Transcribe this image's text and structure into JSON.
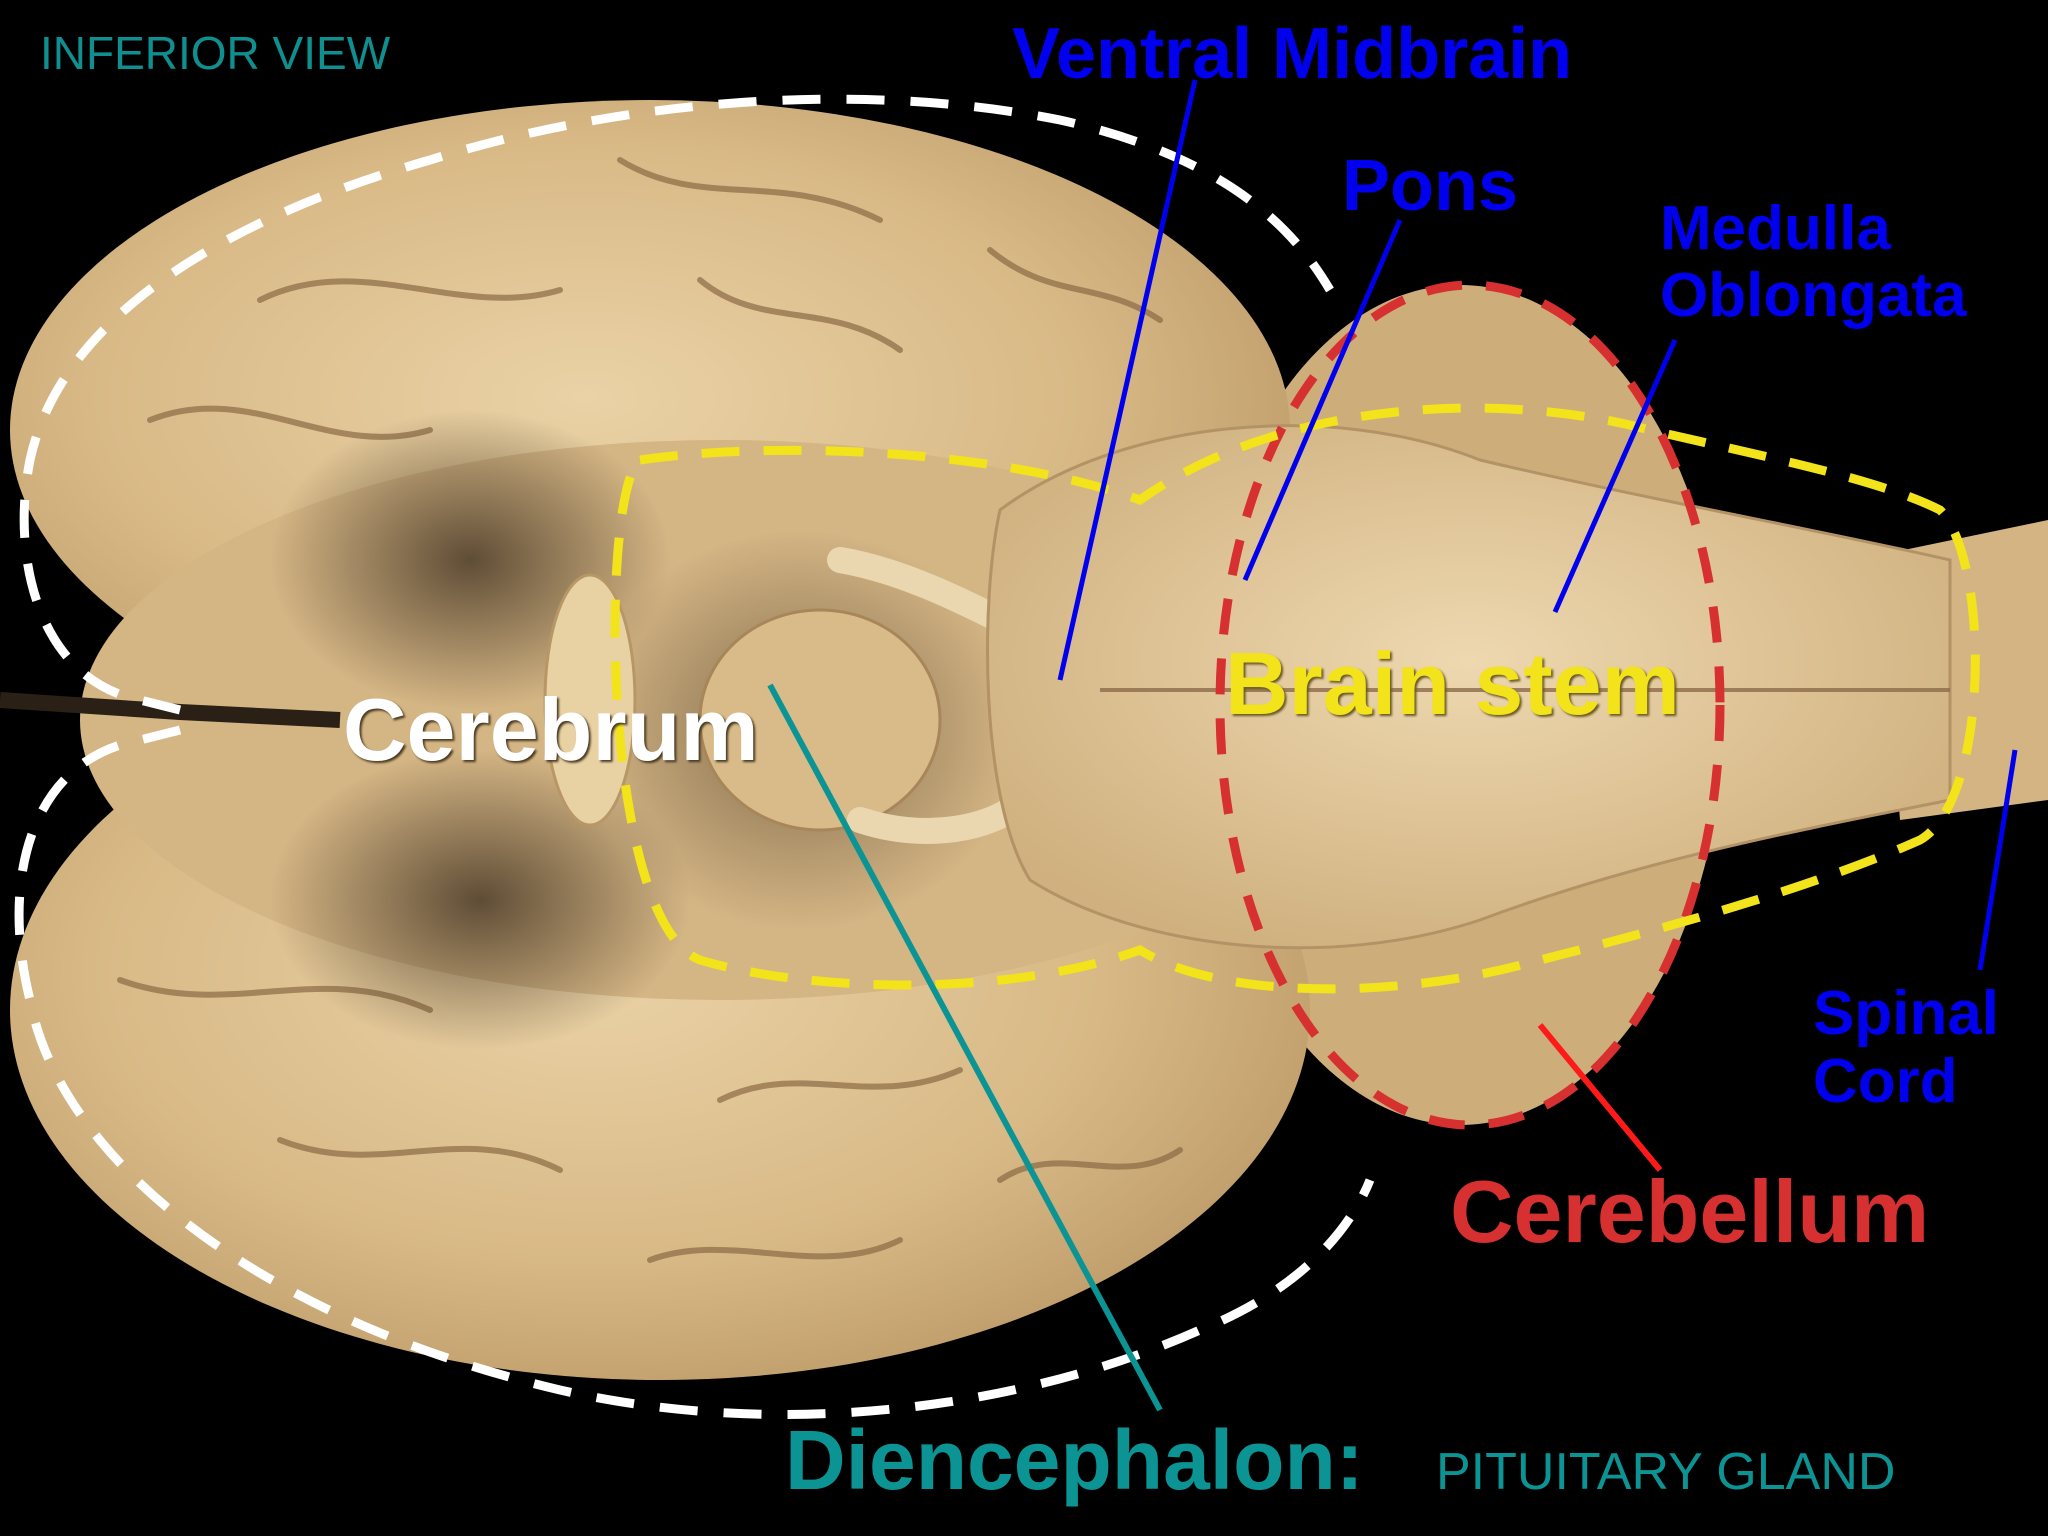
{
  "view_label": "INFERIOR VIEW",
  "labels": {
    "ventral_midbrain": "Ventral Midbrain",
    "pons": "Pons",
    "medulla_line1": "Medulla",
    "medulla_line2": "Oblongata",
    "spinal_line1": "Spinal",
    "spinal_line2": "Cord",
    "cerebrum": "Cerebrum",
    "brain_stem": "Brain stem",
    "cerebellum": "Cerebellum",
    "diencephalon": "Diencephalon:",
    "pituitary_gland": "PITUITARY GLAND"
  },
  "colors": {
    "background": "#000000",
    "tissue": "#d9bd8c",
    "cerebrum_outline": "#ffffff",
    "brain_stem_outline": "#f2e31a",
    "cerebellum_outline": "#d63030",
    "pointer_blue": "#0000ee",
    "pointer_teal": "#0c9494",
    "pointer_red": "#ff1a1a"
  }
}
